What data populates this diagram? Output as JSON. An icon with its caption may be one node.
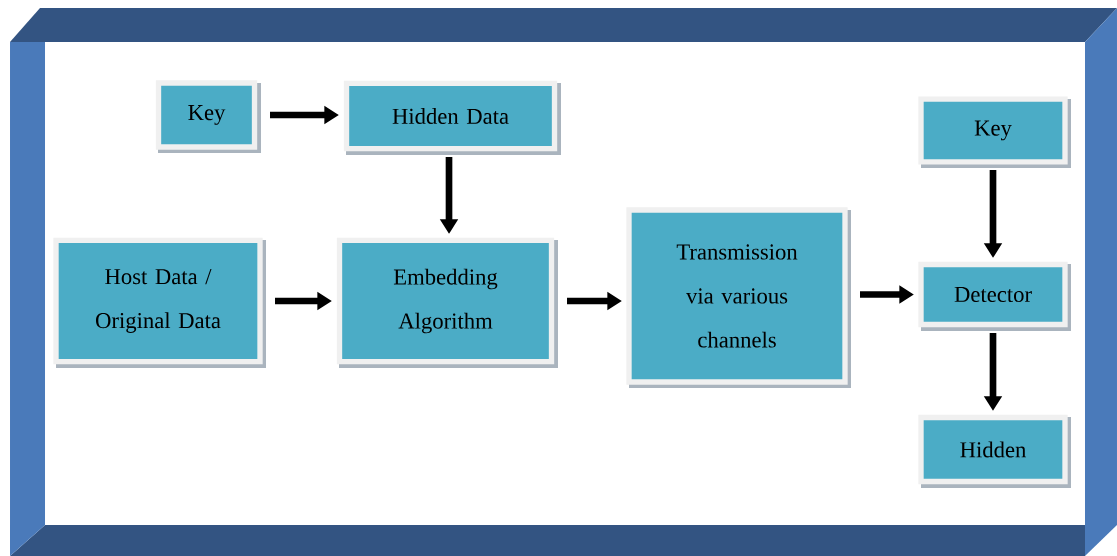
{
  "diagram": {
    "nodes": [
      {
        "text": [
          "Key"
        ]
      },
      {
        "text": [
          "Hidden Data"
        ]
      },
      {
        "text": [
          "Host Data / Original Data"
        ]
      },
      {
        "text": [
          "Embedding Algorithm"
        ]
      },
      {
        "text": [
          "Transmission via various channels"
        ]
      },
      {
        "text": [
          "Key"
        ]
      },
      {
        "text": [
          "Detector"
        ]
      },
      {
        "text": [
          "Hidden"
        ]
      }
    ],
    "edges": [
      {
        "from": 0,
        "to": 1,
        "arrow": "to"
      },
      {
        "from": 1,
        "to": 3,
        "arrow": "to"
      },
      {
        "from": 2,
        "to": 3,
        "arrow": "to"
      },
      {
        "from": 3,
        "to": 4,
        "arrow": "to"
      },
      {
        "from": 5,
        "to": 6,
        "arrow": "to"
      },
      {
        "from": 4,
        "to": 6,
        "arrow": "to"
      },
      {
        "from": 6,
        "to": 7,
        "arrow": "to"
      }
    ]
  }
}
